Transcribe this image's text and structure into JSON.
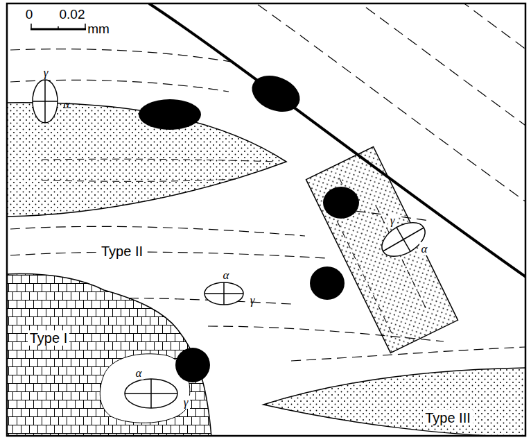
{
  "diagram": {
    "labels": [
      "0",
      "0.02",
      "mm",
      "γ",
      "α",
      "α",
      "γ",
      "Type II",
      "Type I",
      "α",
      "γ",
      "Type III",
      "γ",
      "α"
    ]
  }
}
